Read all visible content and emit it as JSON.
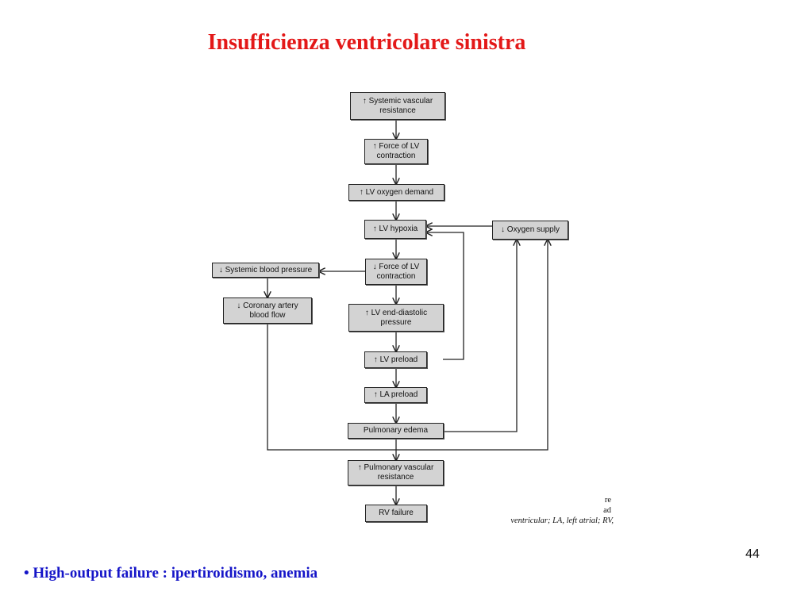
{
  "slide": {
    "title": "Insufficienza ventricolare sinistra",
    "page_number": "44",
    "bullet": "• High-output failure : ipertiroidismo, anemia"
  },
  "diagram": {
    "nodes": {
      "svr": "↑ Systemic vascular resistance",
      "force1": "↑ Force of LV contraction",
      "o2demand": "↑ LV oxygen demand",
      "hypoxia": "↑ LV hypoxia",
      "o2supply": "↓ Oxygen supply",
      "sbp": "↓ Systemic blood pressure",
      "force2": "↓ Force of LV contraction",
      "coronary": "↓ Coronary artery blood flow",
      "edp": "↑ LV end-diastolic pressure",
      "preload": "↑ LV preload",
      "la": "↑ LA preload",
      "edema": "Pulmonary edema",
      "pvr": "↑ Pulmonary vascular resistance",
      "rv": "RV failure"
    },
    "caption_lines": [
      "re",
      "ad",
      "ventricular; LA, left atrial; RV,"
    ]
  },
  "colors": {
    "title": "#e31818",
    "bullet": "#1515c8",
    "node_fill": "#d3d3d3"
  }
}
